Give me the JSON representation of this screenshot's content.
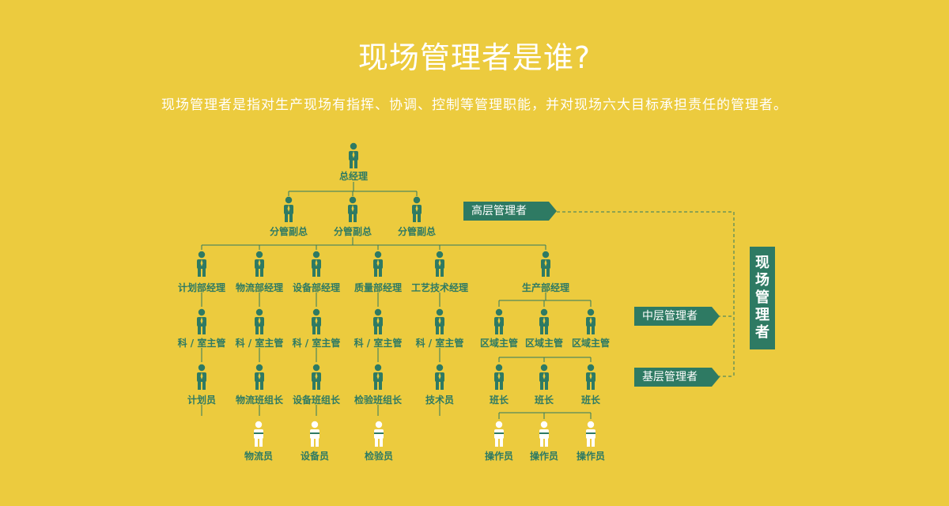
{
  "header": {
    "title": "现场管理者是谁?",
    "subtitle": "现场管理者是指对生产现场有指挥、协调、控制等管理职能，并对现场六大目标承担责任的管理者。"
  },
  "levels": {
    "high": "高层管理者",
    "mid": "中层管理者",
    "base": "基层管理者",
    "side": [
      "现",
      "场",
      "管",
      "理",
      "者"
    ]
  },
  "colors": {
    "background": "#ECCB3E",
    "accent": "#2E7A63",
    "worker": "#FFFFFF"
  },
  "nodes": {
    "gm": "总经理",
    "vp1": "分管副总",
    "vp2": "分管副总",
    "vp3": "分管副总",
    "d1": "计划部经理",
    "d2": "物流部经理",
    "d3": "设备部经理",
    "d4": "质量部经理",
    "d5": "工艺技术经理",
    "d6": "生产部经理",
    "s1": "科 / 室主管",
    "s2": "科 / 室主管",
    "s3": "科 / 室主管",
    "s4": "科 / 室主管",
    "s5": "科 / 室主管",
    "z1": "区域主管",
    "z2": "区域主管",
    "z3": "区域主管",
    "l1": "计划员",
    "l2": "物流班组长",
    "l3": "设备班组长",
    "l4": "检验班组长",
    "l5": "技术员",
    "b1": "班长",
    "b2": "班长",
    "b3": "班长",
    "w1": "物流员",
    "w2": "设备员",
    "w3": "检验员",
    "o1": "操作员",
    "o2": "操作员",
    "o3": "操作员"
  }
}
